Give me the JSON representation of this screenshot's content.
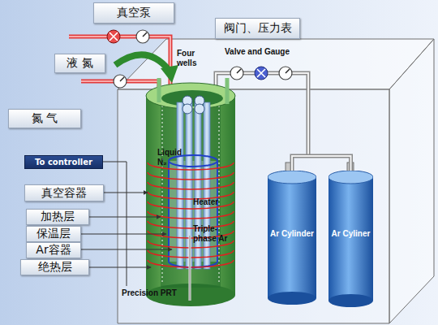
{
  "diagram": {
    "nodes": [
      {
        "text": [
          "真空泵"
        ]
      },
      {
        "text": [
          "液 氮"
        ]
      },
      {
        "text": [
          "氮 气"
        ]
      },
      {
        "text": [
          "阀门、压力表"
        ]
      },
      {
        "text": [
          "To controller"
        ]
      },
      {
        "text": [
          "真空容器"
        ]
      },
      {
        "text": [
          "加热层"
        ]
      },
      {
        "text": [
          "保温层"
        ]
      },
      {
        "text": [
          "Ar容器"
        ]
      },
      {
        "text": [
          "绝热层"
        ]
      },
      {
        "text": [
          "Ar Cylinder"
        ]
      },
      {
        "text": [
          "Ar Cyliner"
        ]
      }
    ],
    "edges": [
      {
        "from": 10,
        "to": 11,
        "arrow": "none"
      }
    ],
    "labels": [
      "Four wells",
      "Valve and Gauge",
      "Liquid N₂",
      "Heater",
      "Triple-phase Ar",
      "Precision PRT"
    ]
  }
}
